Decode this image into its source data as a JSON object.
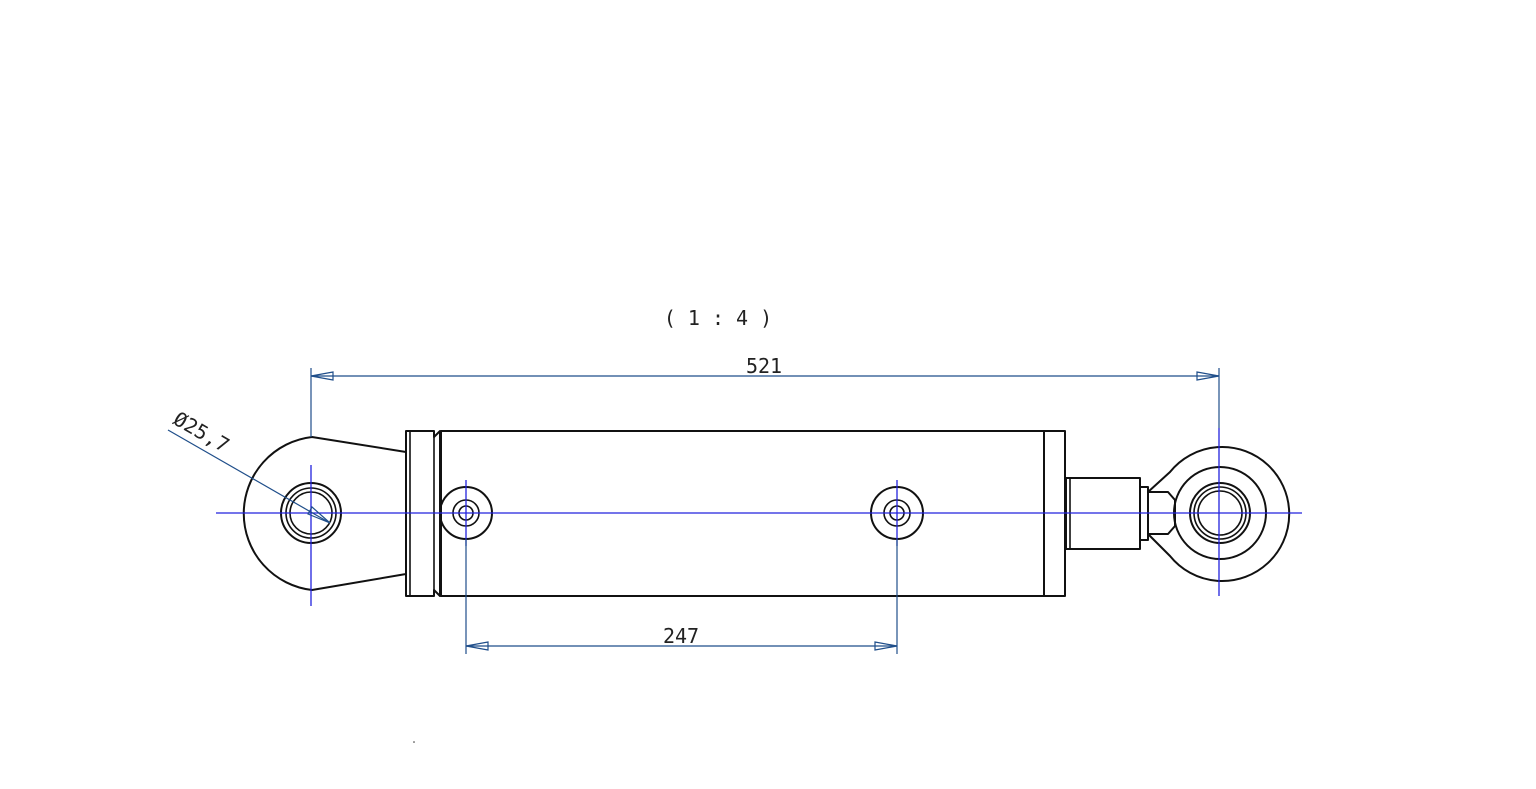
{
  "drawing": {
    "scale_label": "( 1 : 4 )",
    "dimensions": {
      "overall_length": "521",
      "port_spacing": "247",
      "eye_diameter": "Ø25,7"
    },
    "colors": {
      "outline": "#111111",
      "centerline": "#2222dd",
      "dimension": "#1f4e8a",
      "background": "#ffffff"
    }
  }
}
